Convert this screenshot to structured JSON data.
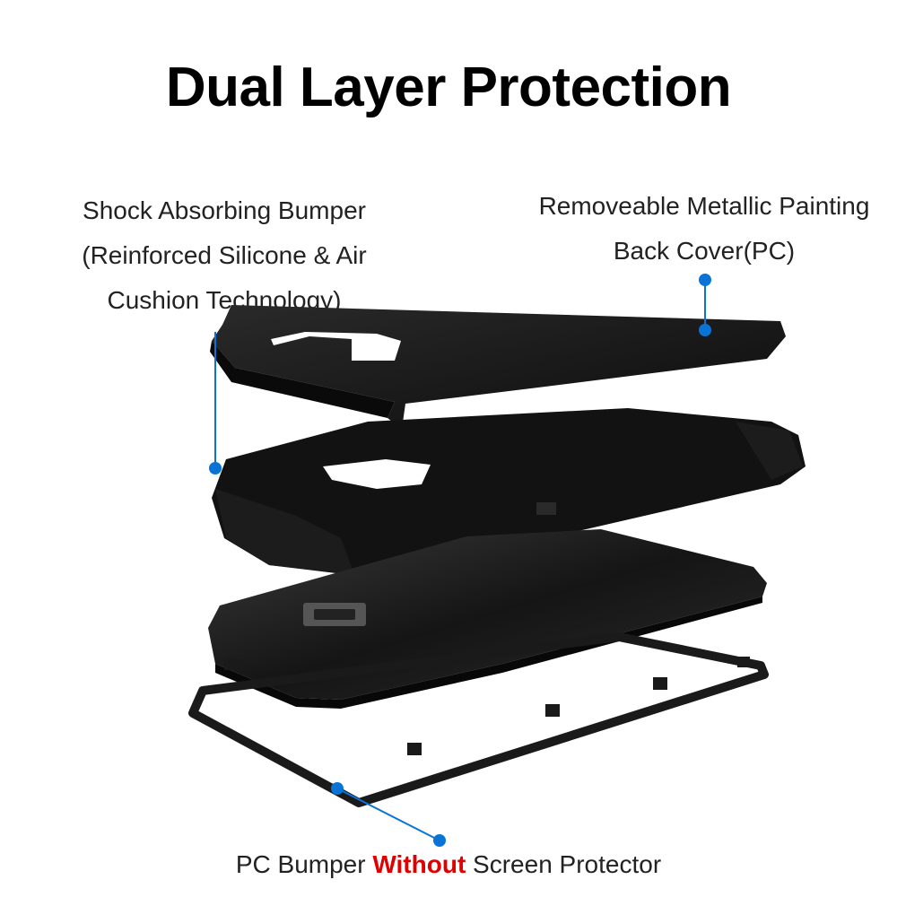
{
  "title": "Dual Layer Protection",
  "labels": {
    "bumper": [
      "Shock Absorbing Bumper",
      "(Reinforced Silicone & Air",
      "Cushion Technology)"
    ],
    "back_cover": [
      "Removeable Metallic Painting",
      "Back Cover(PC)"
    ],
    "pc_bumper": {
      "before": "PC Bumper ",
      "highlight": "Without",
      "after": " Screen Protector"
    }
  },
  "colors": {
    "callout": "#0a74d6",
    "highlight": "#e00000",
    "case": "#111111"
  }
}
